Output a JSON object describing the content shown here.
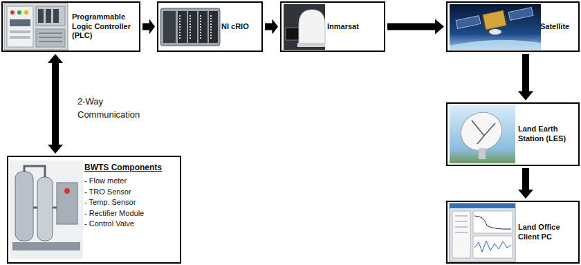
{
  "diagram": {
    "nodes": [
      {
        "text": [
          "Programmable Logic Controller (PLC)"
        ]
      },
      {
        "text": [
          "NI cRIO"
        ]
      },
      {
        "text": [
          "Inmarsat"
        ]
      },
      {
        "text": [
          "Satellite"
        ]
      },
      {
        "text": [
          "Land Earth Station (LES)"
        ]
      },
      {
        "text": [
          "Land Office Client PC"
        ]
      },
      {
        "text": [
          "BWTS Components",
          "- Flow meter",
          "- TRO Sensor",
          "- Temp. Sensor",
          "- Rectifier Module",
          "- Control Valve"
        ]
      }
    ],
    "edges": [
      {
        "from": 0,
        "to": 1,
        "arrow": "to"
      },
      {
        "from": 1,
        "to": 2,
        "arrow": "to"
      },
      {
        "from": 2,
        "to": 3,
        "arrow": "to"
      },
      {
        "from": 3,
        "to": 4,
        "arrow": "to"
      },
      {
        "from": 4,
        "to": 5,
        "arrow": "to"
      },
      {
        "from": 0,
        "to": 6,
        "label": "2-Way Communication",
        "arrow": "both"
      }
    ]
  }
}
